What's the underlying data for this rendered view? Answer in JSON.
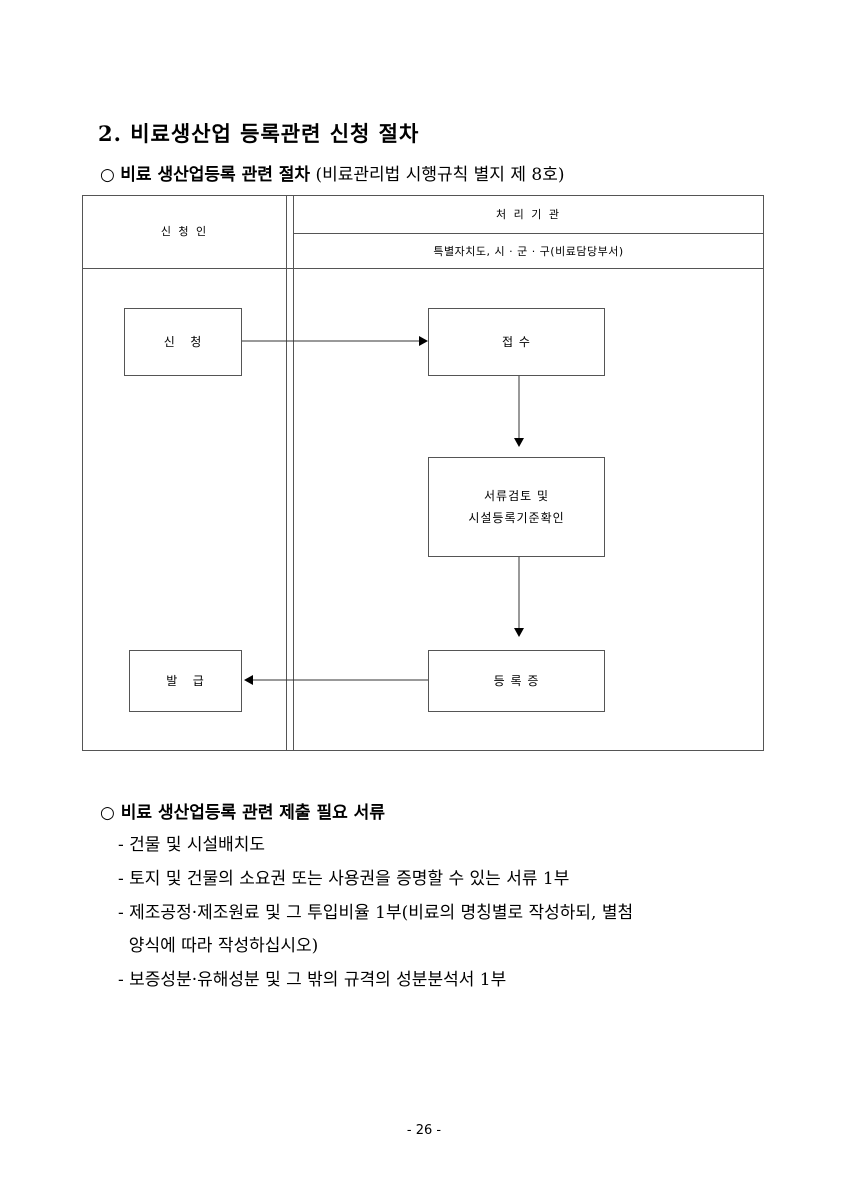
{
  "section_title": "2. 비료생산업 등록관련 신청 절차",
  "subtitle": {
    "bullet": "○",
    "bold": "비료 생산업등록 관련 절차",
    "rest": "(비료관리법 시행규칙 별지 제 8호)"
  },
  "flow": {
    "applicant_header": "신 청 인",
    "agency_header": "처 리 기 관",
    "agency_sub": "특별자치도, 시 · 군 · 구(비료담당부서)",
    "apply": "신   청",
    "receive": "접 수",
    "review_line1": "서류검토 및",
    "review_line2": "시설등록기준확인",
    "certificate": "등 록 증",
    "issue": "발   급"
  },
  "documents": {
    "bullet": "○",
    "title": "비료 생산업등록 관련 제출 필요 서류",
    "items": [
      "- 건물 및 시설배치도",
      "- 토지 및 건물의 소요권 또는 사용권을 증명할 수 있는 서류 1부",
      "- 제조공정·제조원료 및 그 투입비율 1부(비료의 명칭별로 작성하되, 별첨",
      "  양식에 따라 작성하십시오)",
      "- 보증성분·유해성분 및 그 밖의 규격의 성분분석서 1부"
    ]
  },
  "page_number": "- 26 -"
}
